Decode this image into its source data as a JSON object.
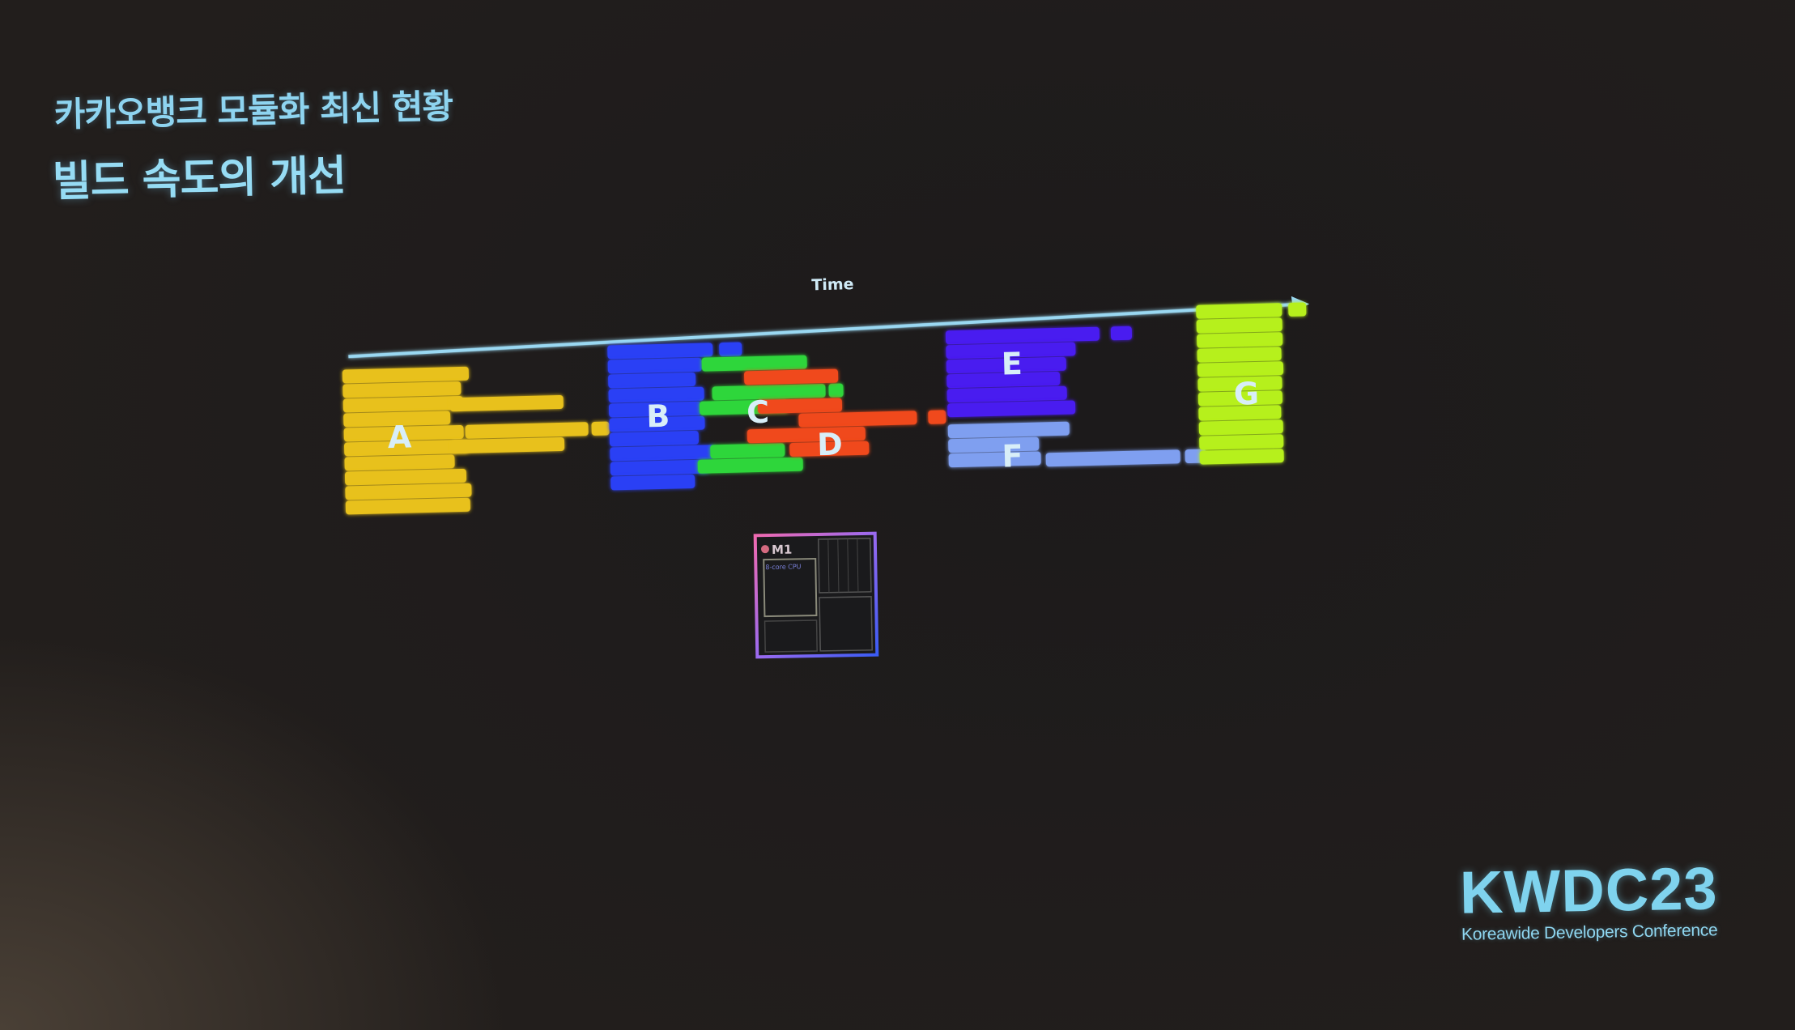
{
  "slide": {
    "subtitle": "카카오뱅크 모듈화 최신 현황",
    "title": "빌드 속도의 개선"
  },
  "diagram": {
    "time_label": "Time",
    "modules": [
      {
        "label": "A",
        "color": "#e8c11a"
      },
      {
        "label": "B",
        "color": "#2a3ff5"
      },
      {
        "label": "C",
        "color": "#2fd63a"
      },
      {
        "label": "D",
        "color": "#f04a1a"
      },
      {
        "label": "E",
        "color": "#4a1cf0"
      },
      {
        "label": "F",
        "color": "#7f9ff0"
      },
      {
        "label": "G",
        "color": "#b6f01a"
      }
    ],
    "chip_label": "M1",
    "chip_sublabel": "8-core CPU"
  },
  "brand": {
    "name": "KWDC23",
    "tagline": "Koreawide Developers Conference"
  }
}
